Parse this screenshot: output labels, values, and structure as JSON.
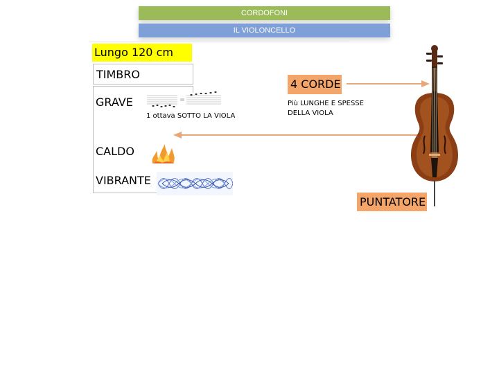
{
  "header": {
    "title": "CORDOFONI",
    "subtitle": "IL VIOLONCELLO"
  },
  "left": {
    "length_label": "Lungo 120 cm",
    "timbro_label": "TIMBRO",
    "grave_label": "GRAVE",
    "grave_note": "1 ottava SOTTO LA VIOLA",
    "caldo_label": "CALDO",
    "vibrante_label": "VIBRANTE"
  },
  "right": {
    "strings_label": "4 CORDE",
    "strings_note_line1": "Più LUNGHE E SPESSE",
    "strings_note_line2": "DELLA VIOLA",
    "endpin_label": "PUNTATORE"
  },
  "colors": {
    "header_green": "#9bbb59",
    "header_blue": "#7f9fd8",
    "highlight": "#ffff00",
    "orange": "#f3a56a",
    "arrow": "#e8a679"
  },
  "icons": [
    "sheet-music-icon",
    "flame-icon",
    "sound-wave-icon",
    "cello-image"
  ]
}
